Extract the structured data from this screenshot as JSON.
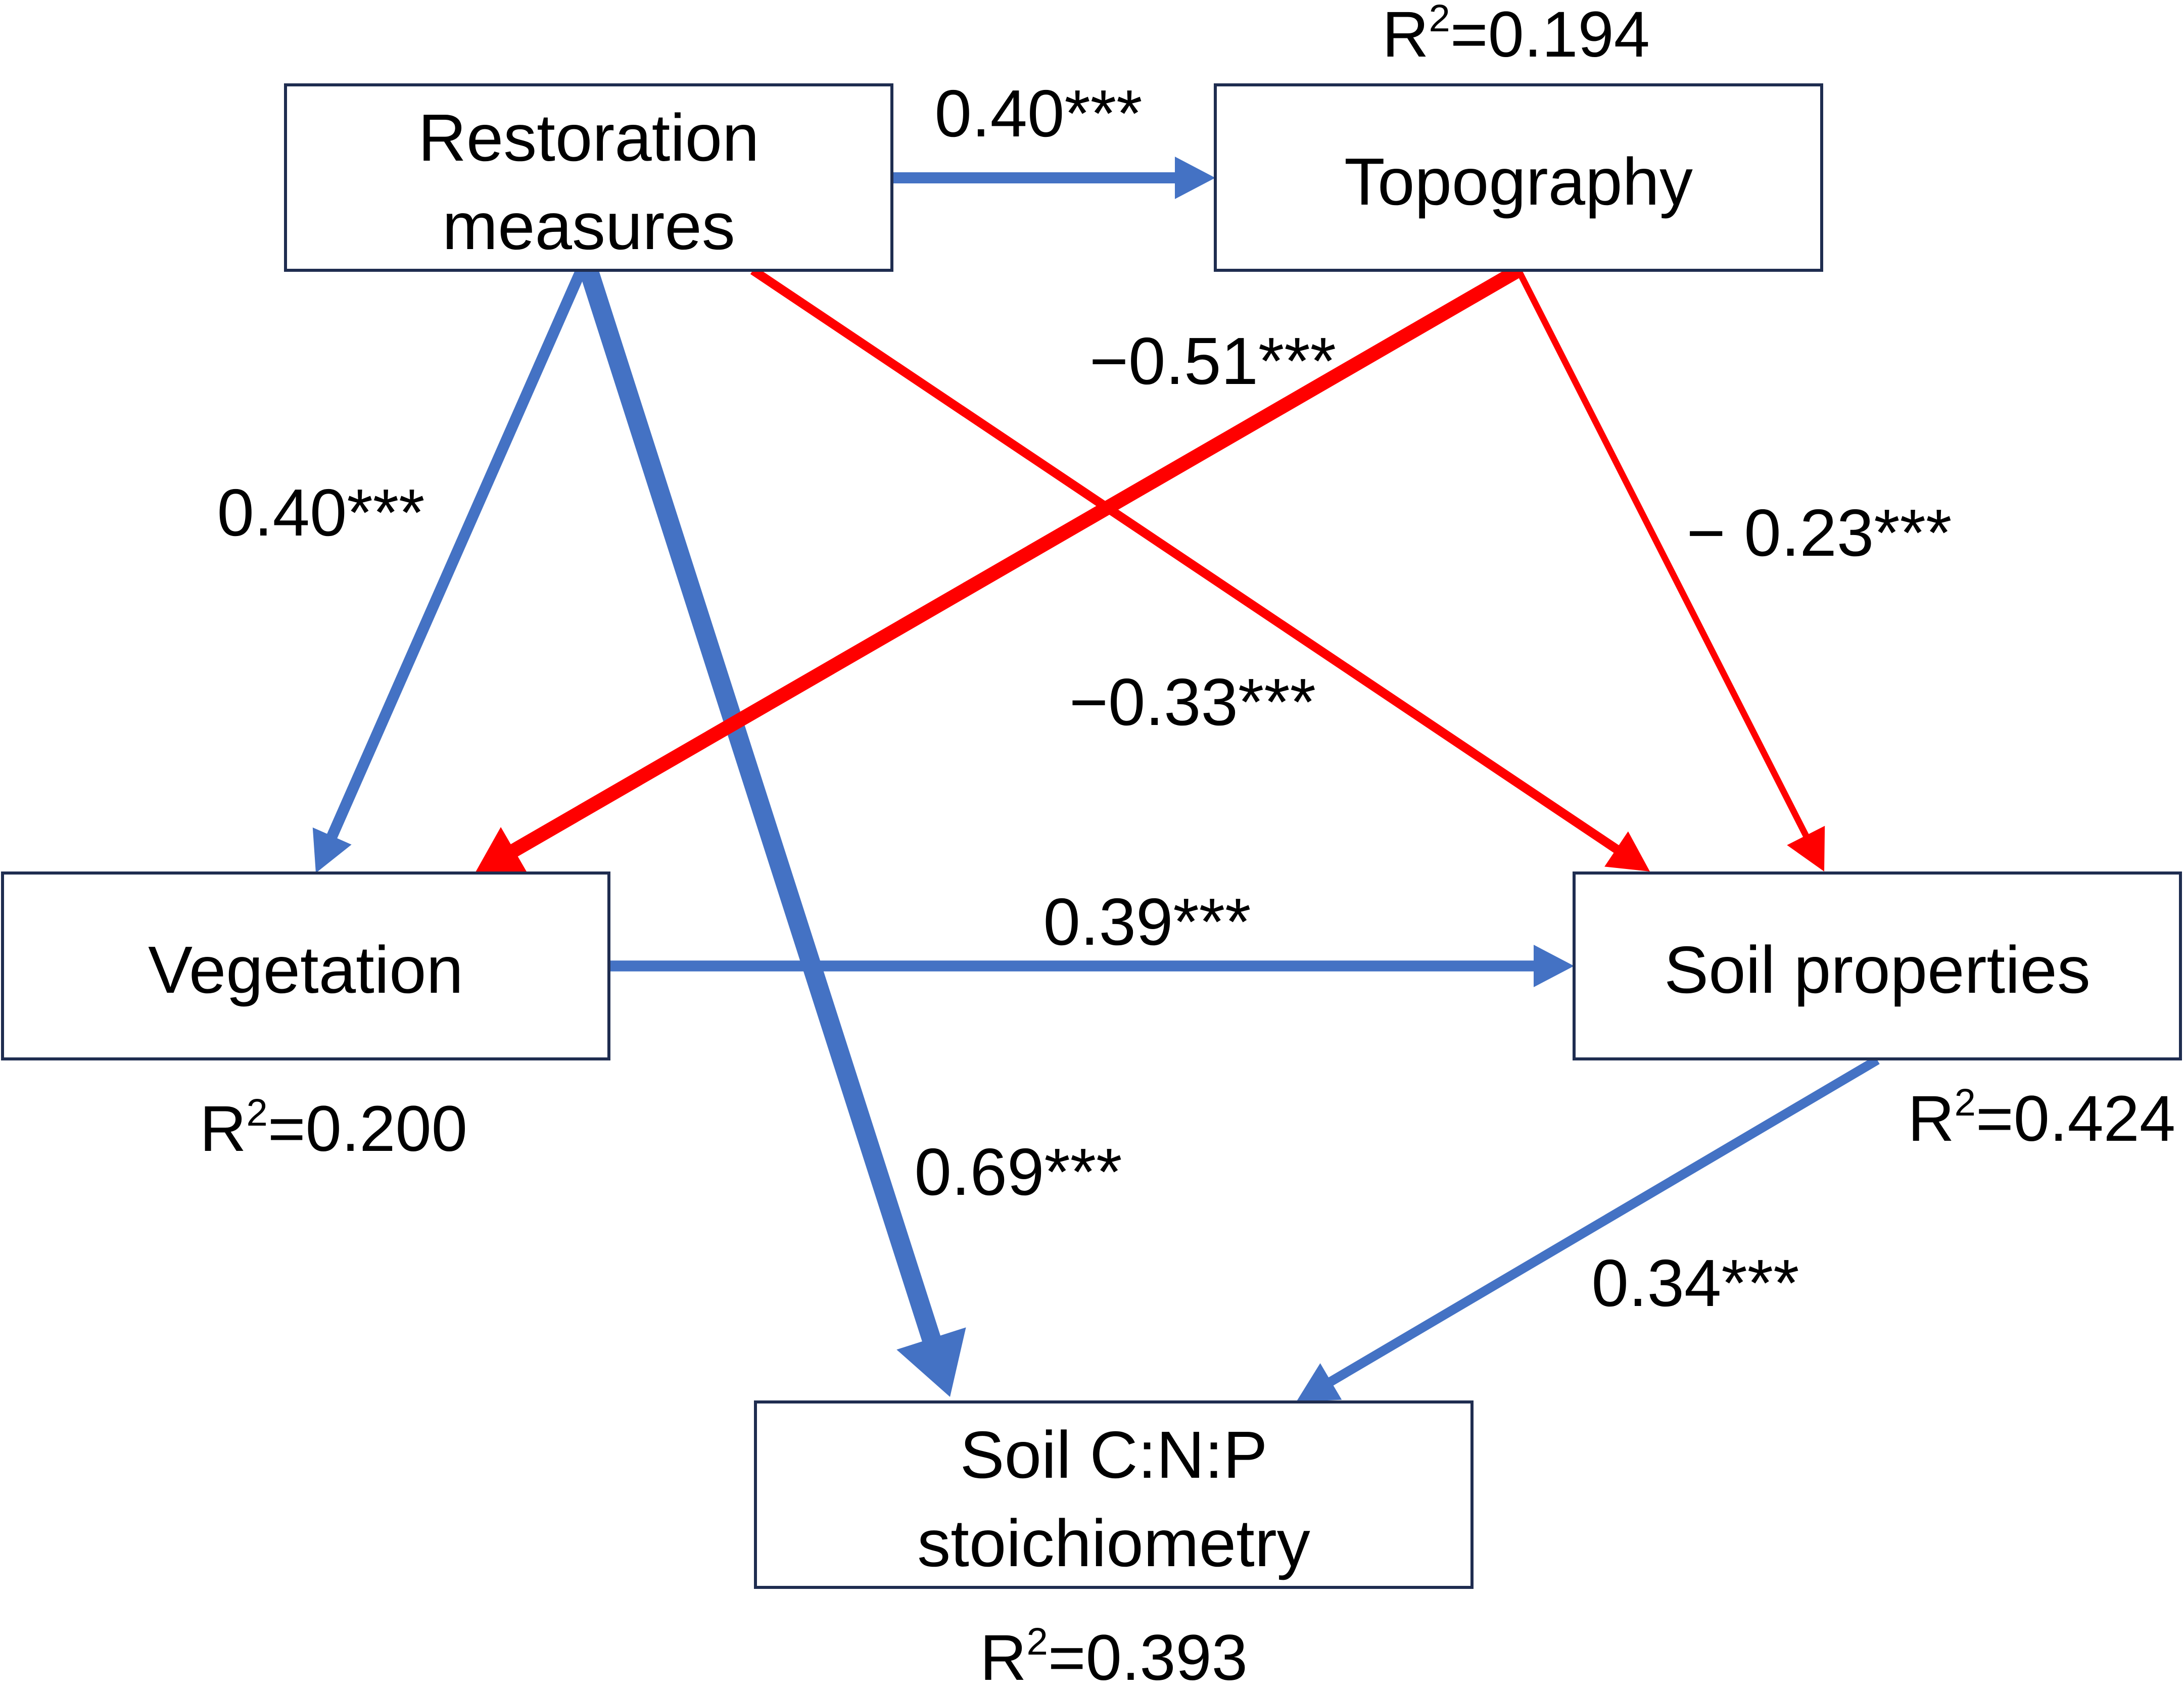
{
  "colors": {
    "positive": "#4472c4",
    "negative": "#ff0000",
    "box_border": "#1f2d50",
    "text": "#000000"
  },
  "nodes": {
    "restoration": {
      "line1": "Restoration",
      "line2": "measures"
    },
    "topography": {
      "label": "Topography",
      "r2_prefix": "R",
      "r2_sup": "2",
      "r2_value": "=0.194"
    },
    "vegetation": {
      "label": "Vegetation",
      "r2_prefix": "R",
      "r2_sup": "2",
      "r2_value": "=0.200"
    },
    "soil_properties": {
      "label": "Soil properties",
      "r2_prefix": "R",
      "r2_sup": "2",
      "r2_value": "=0.424"
    },
    "stoichiometry": {
      "line1": "Soil C:N:P",
      "line2": "stoichiometry",
      "r2_prefix": "R",
      "r2_sup": "2",
      "r2_value": "=0.393"
    }
  },
  "paths": [
    {
      "from": "Restoration measures",
      "to": "Topography",
      "coefficient": 0.4,
      "label": "0.40***",
      "sign": "positive"
    },
    {
      "from": "Restoration measures",
      "to": "Vegetation",
      "coefficient": 0.4,
      "label": "0.40***",
      "sign": "positive"
    },
    {
      "from": "Restoration measures",
      "to": "Soil C:N:P stoichiometry",
      "coefficient": 0.69,
      "label": "0.69***",
      "sign": "positive"
    },
    {
      "from": "Restoration measures",
      "to": "Soil properties",
      "coefficient": -0.33,
      "label": "−0.33***",
      "sign": "negative"
    },
    {
      "from": "Topography",
      "to": "Vegetation",
      "coefficient": -0.51,
      "label": "−0.51***",
      "sign": "negative"
    },
    {
      "from": "Topography",
      "to": "Soil properties",
      "coefficient": -0.23,
      "label": "− 0.23***",
      "sign": "negative"
    },
    {
      "from": "Vegetation",
      "to": "Soil properties",
      "coefficient": 0.39,
      "label": "0.39***",
      "sign": "positive"
    },
    {
      "from": "Soil properties",
      "to": "Soil C:N:P stoichiometry",
      "coefficient": 0.34,
      "label": "0.34***",
      "sign": "positive"
    }
  ]
}
